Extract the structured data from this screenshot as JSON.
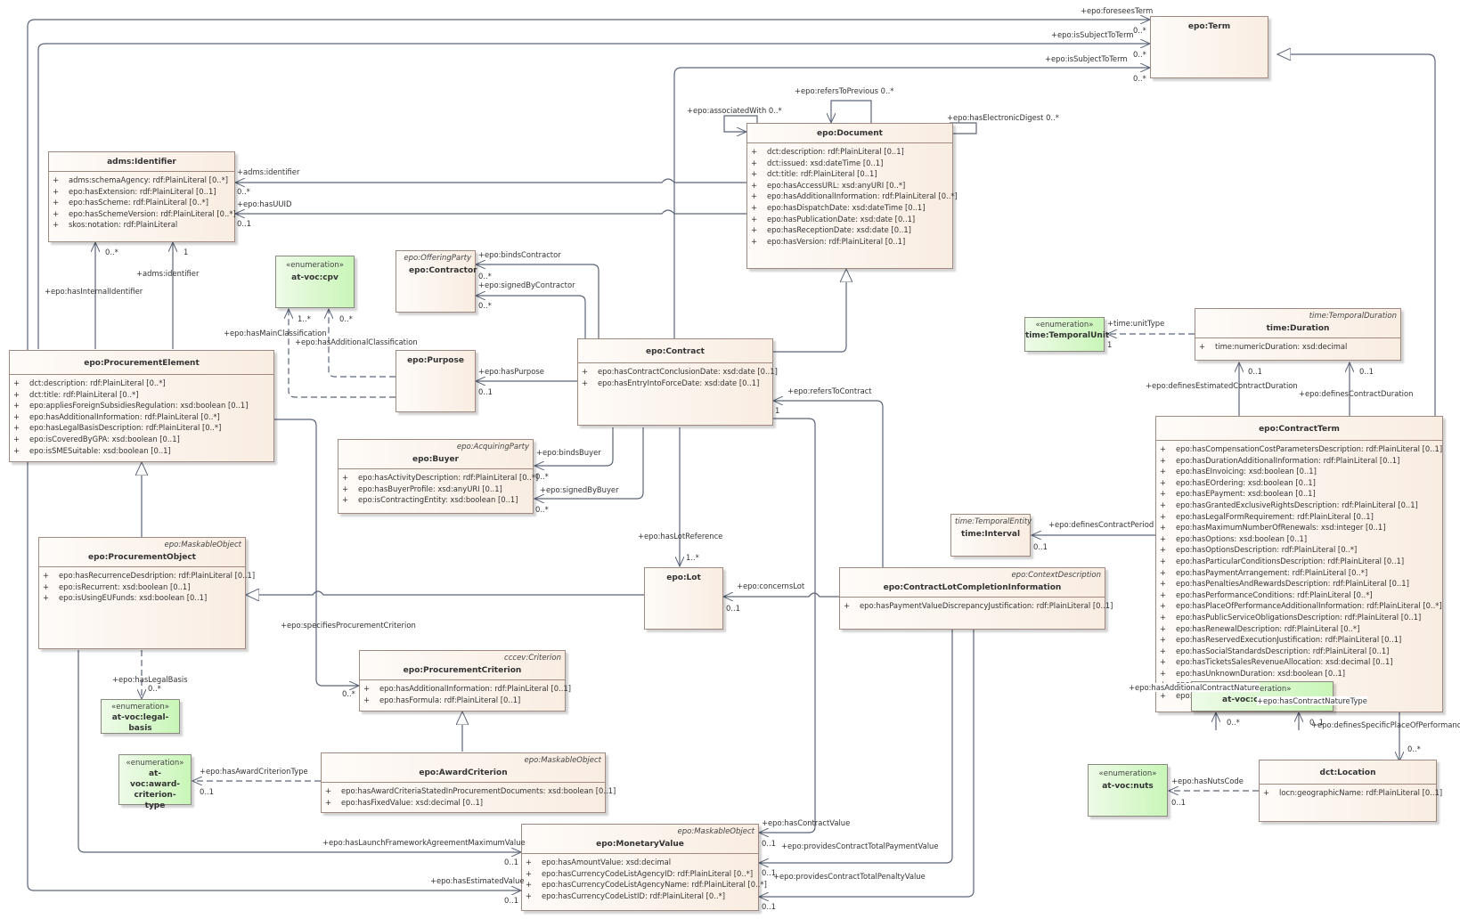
{
  "diagram": {
    "classes": {
      "term": {
        "name": "epo:Term",
        "stereotype": "",
        "attributes": []
      },
      "document": {
        "name": "epo:Document",
        "stereotype": "",
        "attributes": [
          "dct:description: rdf:PlainLiteral [0..1]",
          "dct:issued: xsd:dateTime [0..1]",
          "dct:title: rdf:PlainLiteral [0..1]",
          "epo:hasAccessURL: xsd:anyURI [0..*]",
          "epo:hasAdditionalInformation: rdf:PlainLiteral [0..*]",
          "epo:hasDispatchDate: xsd:dateTime [0..1]",
          "epo:hasPublicationDate: xsd:date [0..1]",
          "epo:hasReceptionDate: xsd:date [0..1]",
          "epo:hasVersion: rdf:PlainLiteral [0..1]"
        ]
      },
      "identifier": {
        "name": "adms:Identifier",
        "stereotype": "",
        "attributes": [
          "adms:schemaAgency: rdf:PlainLiteral [0..*]",
          "epo:hasExtension: rdf:PlainLiteral [0..1]",
          "epo:hasScheme: rdf:PlainLiteral [0..*]",
          "epo:hasSchemeVersion: rdf:PlainLiteral [0..*]",
          "skos:notation: rdf:PlainLiteral"
        ]
      },
      "contractor": {
        "name": "epo:Contractor",
        "stereotype": "epo:OfferingParty",
        "attributes": []
      },
      "purpose": {
        "name": "epo:Purpose",
        "stereotype": "",
        "attributes": []
      },
      "contract": {
        "name": "epo:Contract",
        "stereotype": "",
        "attributes": [
          "epo:hasContractConclusionDate: xsd:date [0..1]",
          "epo:hasEntryIntoForceDate: xsd:date [0..1]"
        ]
      },
      "procurement_element": {
        "name": "epo:ProcurementElement",
        "stereotype": "",
        "attributes": [
          "dct:description: rdf:PlainLiteral [0..*]",
          "dct:title: rdf:PlainLiteral [0..*]",
          "epo:appliesForeignSubsidiesRegulation: xsd:boolean [0..1]",
          "epo:hasAdditionalInformation: rdf:PlainLiteral [0..*]",
          "epo:hasLegalBasisDescription: rdf:PlainLiteral [0..*]",
          "epo:isCoveredByGPA: xsd:boolean [0..1]",
          "epo:isSMESuitable: xsd:boolean [0..1]"
        ]
      },
      "buyer": {
        "name": "epo:Buyer",
        "stereotype": "epo:AcquiringParty",
        "attributes": [
          "epo:hasActivityDescription: rdf:PlainLiteral [0..*]",
          "epo:hasBuyerProfile: xsd:anyURI [0..1]",
          "epo:isContractingEntity: xsd:boolean [0..1]"
        ]
      },
      "procurement_object": {
        "name": "epo:ProcurementObject",
        "stereotype": "epo:MaskableObject",
        "attributes": [
          "epo:hasRecurrenceDesdription: rdf:PlainLiteral [0..1]",
          "epo:isRecurrent: xsd:boolean [0..1]",
          "epo:isUsingEUFunds: xsd:boolean [0..1]"
        ]
      },
      "lot": {
        "name": "epo:Lot",
        "stereotype": "",
        "attributes": []
      },
      "clci": {
        "name": "epo:ContractLotCompletionInformation",
        "stereotype": "epo:ContextDescription",
        "attributes": [
          "epo:hasPaymentValueDiscrepancyJustification: rdf:PlainLiteral [0..1]"
        ]
      },
      "interval": {
        "name": "time:Interval",
        "stereotype": "time:TemporalEntity",
        "attributes": []
      },
      "duration": {
        "name": "time:Duration",
        "stereotype": "time:TemporalDuration",
        "attributes": [
          "time:numericDuration: xsd:decimal"
        ]
      },
      "contract_term": {
        "name": "epo:ContractTerm",
        "stereotype": "",
        "attributes": [
          "epo:hasCompensationCostParametersDescription: rdf:PlainLiteral [0..1]",
          "epo:hasDurationAdditionalInformation: rdf:PlainLiteral [0..1]",
          "epo:hasEInvoicing: xsd:boolean [0..1]",
          "epo:hasEOrdering: xsd:boolean [0..1]",
          "epo:hasEPayment: xsd:boolean [0..1]",
          "epo:hasGrantedExclusiveRightsDescription: rdf:PlainLiteral [0..1]",
          "epo:hasLegalFormRequirement: rdf:PlainLiteral [0..1]",
          "epo:hasMaximumNumberOfRenewals: xsd:integer [0..1]",
          "epo:hasOptions: xsd:boolean [0..1]",
          "epo:hasOptionsDescription: rdf:PlainLiteral [0..*]",
          "epo:hasParticularConditionsDescription: rdf:PlainLiteral [0..1]",
          "epo:hasPaymentArrangement: rdf:PlainLiteral [0..*]",
          "epo:hasPenaltiesAndRewardsDescription: rdf:PlainLiteral [0..1]",
          "epo:hasPerformanceConditions: rdf:PlainLiteral [0..*]",
          "epo:hasPlaceOfPerformanceAdditionalInformation: rdf:PlainLiteral [0..*]",
          "epo:hasPublicServiceObligationsDescription: rdf:PlainLiteral [0..1]",
          "epo:hasRenewalDescription: rdf:PlainLiteral [0..*]",
          "epo:hasReservedExecutionJustification: rdf:PlainLiteral [0..1]",
          "epo:hasSocialStandardsDescription: rdf:PlainLiteral [0..1]",
          "epo:hasTicketsSalesRevenueAllocation: xsd:decimal [0..1]",
          "epo:hasUnknownDuration: xsd:boolean [0..1]",
          "epo:...",
          "epo:..."
        ]
      },
      "procurement_criterion": {
        "name": "epo:ProcurementCriterion",
        "stereotype": "cccev:Criterion",
        "attributes": [
          "epo:hasAdditionalInformation: rdf:PlainLiteral [0..1]",
          "epo:hasFormula: rdf:PlainLiteral [0..1]"
        ]
      },
      "award_criterion": {
        "name": "epo:AwardCriterion",
        "stereotype": "epo:MaskableObject",
        "attributes": [
          "epo:hasAwardCriteriaStatedInProcurementDocuments: xsd:boolean [0..1]",
          "epo:hasFixedValue: xsd:decimal [0..1]"
        ]
      },
      "monetary_value": {
        "name": "epo:MonetaryValue",
        "stereotype": "epo:MaskableObject",
        "attributes": [
          "epo:hasAmountValue: xsd:decimal",
          "epo:hasCurrencyCodeListAgencyID: rdf:PlainLiteral [0..*]",
          "epo:hasCurrencyCodeListAgencyName: rdf:PlainLiteral [0..*]",
          "epo:hasCurrencyCodeListID: rdf:PlainLiteral [0..*]"
        ]
      },
      "location": {
        "name": "dct:Location",
        "stereotype": "",
        "attributes": [
          "locn:geographicName: rdf:PlainLiteral [0..1]"
        ]
      }
    },
    "enumerations": {
      "cpv": {
        "stereotype": "«enumeration»",
        "name": "at-voc:cpv"
      },
      "legal_basis": {
        "stereotype": "«enumeration»",
        "name": "at-voc:legal-basis"
      },
      "award_criterion_type": {
        "stereotype": "«enumeration»",
        "name": "at-voc:award-criterion-type"
      },
      "temporal_unit": {
        "stereotype": "«enumeration»",
        "name": "time:TemporalUnit"
      },
      "nuts": {
        "stereotype": "«enumeration»",
        "name": "at-voc:nuts"
      },
      "contract_nature": {
        "stereotype": "«enumeration»",
        "name": "at-voc:con"
      }
    },
    "visibility_marker": "+",
    "labels": {
      "foresees_term": "+epo:foreseesTerm",
      "is_subject_to_term_1": "+epo:isSubjectToTerm",
      "is_subject_to_term_2": "+epo:isSubjectToTerm",
      "m_term_1": "0..*",
      "m_term_2": "0..*",
      "m_term_3": "0..*",
      "refers_to_previous": "+epo:refersToPrevious 0..*",
      "associated_with": "+epo:associatedWith 0..*",
      "has_electronic_digest": "+epo:hasElectronicDigest 0..*",
      "adms_identifier_doc": "+adms:identifier",
      "m_adms_identifier_doc": "0..*",
      "has_uuid": "+epo:hasUUID",
      "m_has_uuid": "0..1",
      "m_internal_identifier": "0..*",
      "m_adms_identifier_pe": "1",
      "has_internal_identifier": "+epo:hasInternalIdentifier",
      "adms_identifier_pe": "+adms:identifier",
      "m_main_classification": "1..*",
      "m_additional_classification": "0..*",
      "has_main_classification": "+epo:hasMainClassification",
      "has_additional_classification": "+epo:hasAdditionalClassification",
      "binds_contractor": "+epo:bindsContractor",
      "m_binds_contractor": "0..*",
      "signed_by_contractor": "+epo:signedByContractor",
      "m_signed_by_contractor": "0..*",
      "has_purpose": "+epo:hasPurpose",
      "m_has_purpose": "0..1",
      "refers_to_contract": "+epo:refersToContract",
      "m_refers_to_contract": "1",
      "binds_buyer": "+epo:bindsBuyer",
      "m_binds_buyer": "0..*",
      "signed_by_buyer": "+epo:signedByBuyer",
      "m_signed_by_buyer": "0..*",
      "has_lot_reference": "+epo:hasLotReference",
      "m_has_lot_reference": "1..*",
      "concerns_lot": "+epo:concernsLot",
      "m_concerns_lot": "0..1",
      "specifies_procurement_criterion": "+epo:specifiesProcurementCriterion",
      "m_specifies_procurement_criterion": "0..*",
      "has_legal_basis": "+epo:hasLegalBasis",
      "m_has_legal_basis": "0..*",
      "has_award_criterion_type": "+epo:hasAwardCriterionType",
      "m_has_award_criterion_type": "0..1",
      "has_launch_fa_max_value": "+epo:hasLaunchFrameworkAgreementMaximumValue",
      "m_has_launch_fa_max_value": "0..1",
      "has_estimated_value": "+epo:hasEstimatedValue",
      "m_has_estimated_value": "0..1",
      "has_contract_value": "+epo:hasContractValue",
      "m_has_contract_value": "0..1",
      "provides_total_payment": "+epo:providesContractTotalPaymentValue",
      "m_provides_total_payment": "0..1",
      "provides_total_penalty": "+epo:providesContractTotalPenaltyValue",
      "m_provides_total_penalty": "0..1",
      "defines_contract_period": "+epo:definesContractPeriod",
      "m_defines_contract_period": "0..1",
      "unit_type": "+time:unitType",
      "m_unit_type": "1",
      "defines_estimated_duration": "+epo:definesEstimatedContractDuration",
      "m_defines_estimated_duration": "0..1",
      "defines_contract_duration": "+epo:definesContractDuration",
      "m_defines_contract_duration": "0..1",
      "has_additional_contract_nature": "+epo:hasAdditionalContractNature",
      "m_has_additional_contract_nature": "0..*",
      "has_contract_nature_type": "+epo:hasContractNatureType",
      "m_has_contract_nature_type": "0..1",
      "defines_specific_place": "+epo:definesSpecificPlaceOfPerformance",
      "m_defines_specific_place": "0..*",
      "has_nuts_code": "+epo:hasNutsCode",
      "m_has_nuts_code": "0..1"
    }
  }
}
